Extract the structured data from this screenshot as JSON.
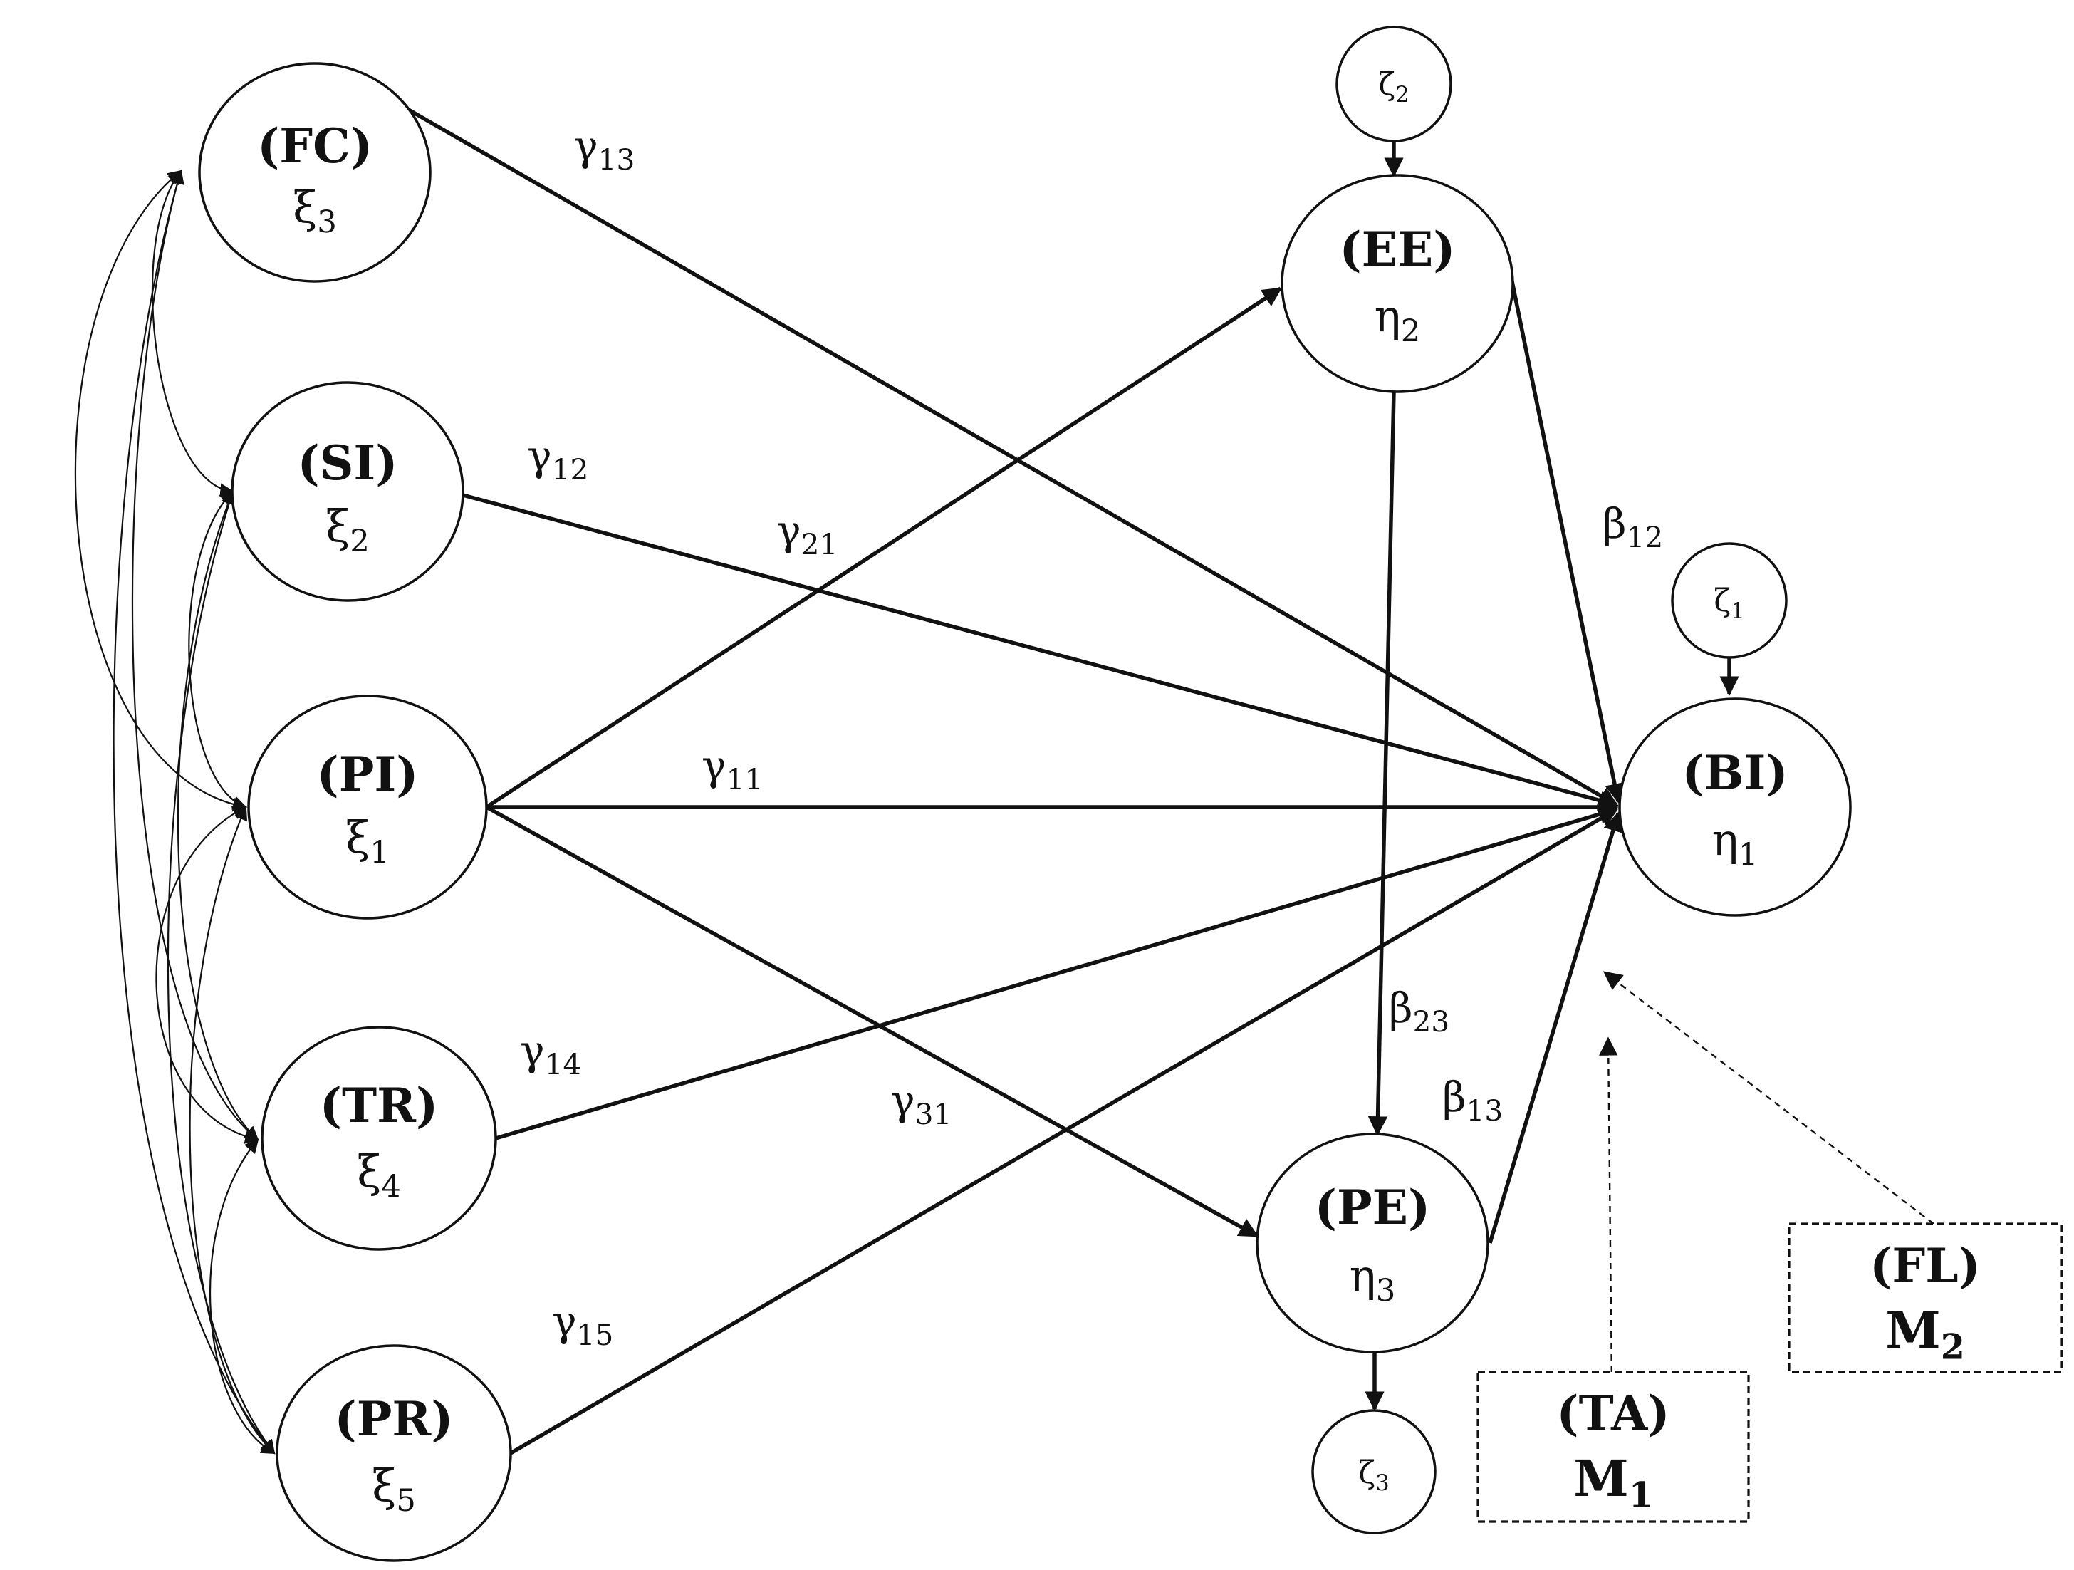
{
  "constructs": {
    "fc": {
      "code": "(FC)",
      "symbol": "ξ3"
    },
    "si": {
      "code": "(SI)",
      "symbol": "ξ2"
    },
    "pi": {
      "code": "(PI)",
      "symbol": "ξ1"
    },
    "tr": {
      "code": "(TR)",
      "symbol": "ξ4"
    },
    "pr": {
      "code": "(PR)",
      "symbol": "ξ5"
    },
    "ee": {
      "code": "(EE)",
      "symbol": "η2"
    },
    "bi": {
      "code": "(BI)",
      "symbol": "η1"
    },
    "pe": {
      "code": "(PE)",
      "symbol": "η3"
    }
  },
  "errors": {
    "z1": "ζ1",
    "z2": "ζ2",
    "z3": "ζ3"
  },
  "moderators": {
    "ta": {
      "code": "(TA)",
      "symbol": "M1"
    },
    "fl": {
      "code": "(FL)",
      "symbol": "M2"
    }
  },
  "path_labels": {
    "g13": "γ13",
    "g12": "γ12",
    "g21": "γ21",
    "g11": "γ11",
    "g14": "γ14",
    "g31": "γ31",
    "g15": "γ15",
    "b12": "β12",
    "b23": "β23",
    "b13": "β13"
  }
}
